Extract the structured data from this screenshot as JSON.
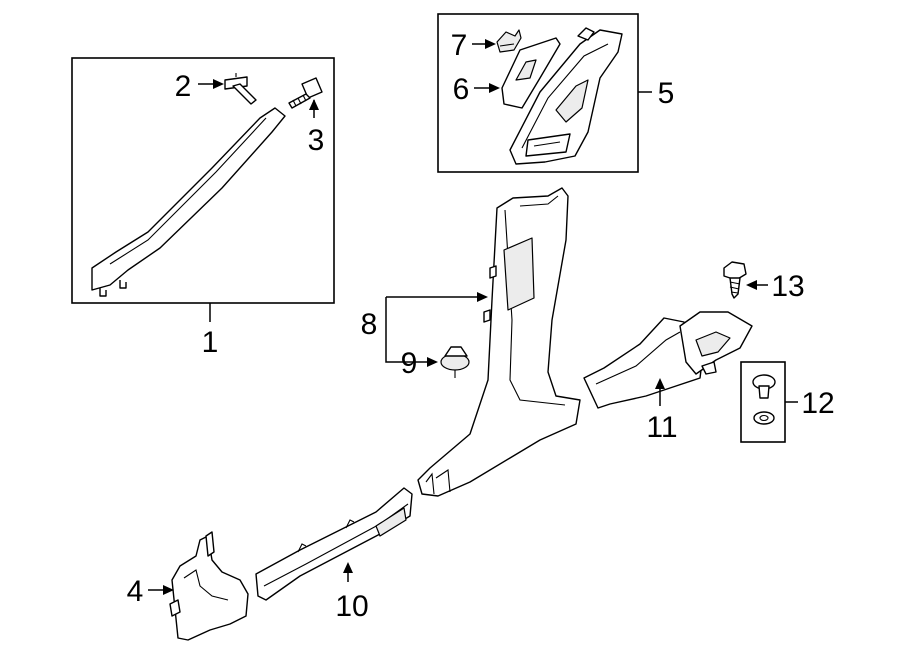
{
  "diagram": {
    "callouts": [
      {
        "id": "c1",
        "label": "1"
      },
      {
        "id": "c2",
        "label": "2"
      },
      {
        "id": "c3",
        "label": "3"
      },
      {
        "id": "c4",
        "label": "4"
      },
      {
        "id": "c5",
        "label": "5"
      },
      {
        "id": "c6",
        "label": "6"
      },
      {
        "id": "c7",
        "label": "7"
      },
      {
        "id": "c8",
        "label": "8"
      },
      {
        "id": "c9",
        "label": "9"
      },
      {
        "id": "c10",
        "label": "10"
      },
      {
        "id": "c11",
        "label": "11"
      },
      {
        "id": "c12",
        "label": "12"
      },
      {
        "id": "c13",
        "label": "13"
      }
    ],
    "line_color": "#000000",
    "background": "#ffffff"
  }
}
